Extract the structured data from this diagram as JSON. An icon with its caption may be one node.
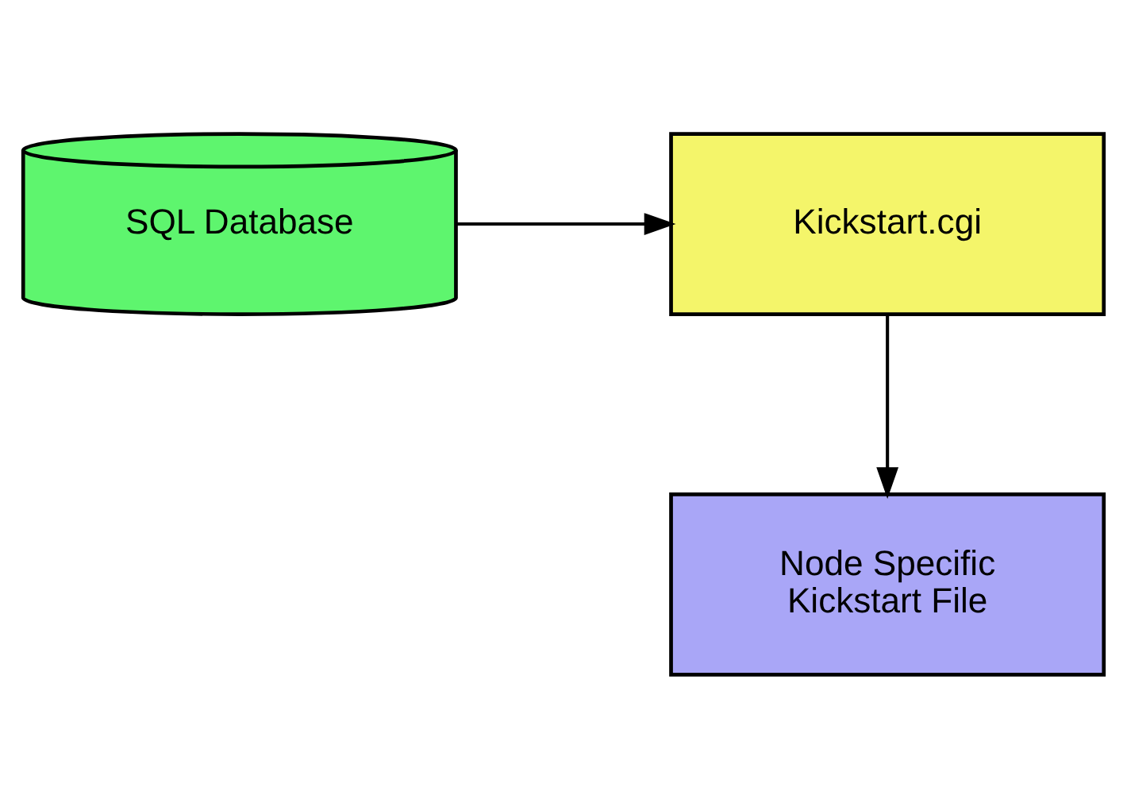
{
  "diagram": {
    "nodes": [
      {
        "text": [
          "Kickstart.cgi"
        ]
      },
      {
        "text": [
          "SQL Database"
        ]
      },
      {
        "text": [
          "Node Specific Kickstart File"
        ]
      }
    ],
    "edges": [
      {
        "from": 1,
        "to": 0,
        "arrow": "to"
      },
      {
        "from": 0,
        "to": 2,
        "arrow": "to"
      }
    ]
  }
}
